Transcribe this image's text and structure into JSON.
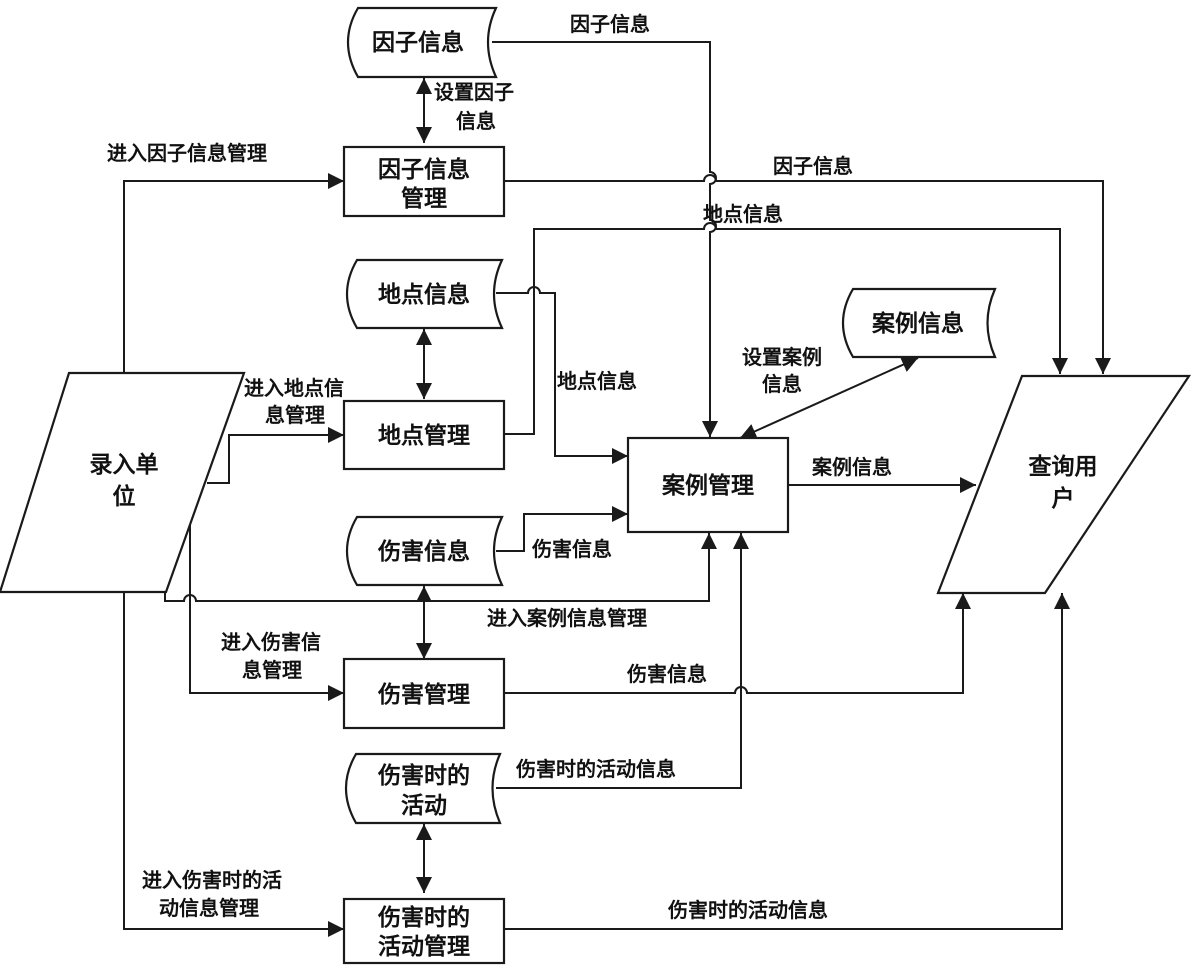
{
  "diagram": {
    "type": "data-flow-diagram",
    "colors": {
      "stroke": "#1a1a1a",
      "background": "#ffffff",
      "text": "#111111"
    },
    "nodes": {
      "entry_unit": {
        "kind": "external-entity",
        "lines": [
          "录入单",
          "位"
        ]
      },
      "query_user": {
        "kind": "external-entity",
        "lines": [
          "查询用",
          "户"
        ]
      },
      "factor_store": {
        "kind": "data-store",
        "lines": [
          "因子信息"
        ]
      },
      "factor_mgmt": {
        "kind": "process",
        "lines": [
          "因子信息",
          "管理"
        ]
      },
      "location_store": {
        "kind": "data-store",
        "lines": [
          "地点信息"
        ]
      },
      "location_mgmt": {
        "kind": "process",
        "lines": [
          "地点管理"
        ]
      },
      "case_store": {
        "kind": "data-store",
        "lines": [
          "案例信息"
        ]
      },
      "case_mgmt": {
        "kind": "process",
        "lines": [
          "案例管理"
        ]
      },
      "injury_store": {
        "kind": "data-store",
        "lines": [
          "伤害信息"
        ]
      },
      "injury_mgmt": {
        "kind": "process",
        "lines": [
          "伤害管理"
        ]
      },
      "activity_store": {
        "kind": "data-store",
        "lines": [
          "伤害时的",
          "活动"
        ]
      },
      "activity_mgmt": {
        "kind": "process",
        "lines": [
          "伤害时的",
          "活动管理"
        ]
      }
    },
    "edges": {
      "factor_store_to_case": {
        "from": "factor_store",
        "to": "case_mgmt",
        "label": [
          "因子信息"
        ]
      },
      "set_factor_info": {
        "from": "factor_store",
        "to": "factor_mgmt",
        "bidirectional": true,
        "label": [
          "设置因子",
          "信息"
        ]
      },
      "enter_factor_mgmt": {
        "from": "entry_unit",
        "to": "factor_mgmt",
        "label": [
          "进入因子信息管理"
        ]
      },
      "factor_mgmt_to_query": {
        "from": "factor_mgmt",
        "to": "query_user",
        "label": [
          "因子信息"
        ]
      },
      "location_mgmt_to_query": {
        "from": "location_mgmt",
        "to": "query_user",
        "label": [
          "地点信息"
        ]
      },
      "location_store_to_case": {
        "from": "location_store",
        "to": "case_mgmt",
        "label": [
          "地点信息"
        ]
      },
      "location_store_mgmt": {
        "from": "location_store",
        "to": "location_mgmt",
        "bidirectional": true,
        "label": []
      },
      "enter_location_mgmt": {
        "from": "entry_unit",
        "to": "location_mgmt",
        "label": [
          "进入地点信",
          "息管理"
        ]
      },
      "set_case_info": {
        "from": "case_store",
        "to": "case_mgmt",
        "bidirectional": true,
        "label": [
          "设置案例",
          "信息"
        ]
      },
      "case_to_query": {
        "from": "case_mgmt",
        "to": "query_user",
        "label": [
          "案例信息"
        ]
      },
      "injury_store_to_case": {
        "from": "injury_store",
        "to": "case_mgmt",
        "label": [
          "伤害信息"
        ]
      },
      "enter_case_mgmt": {
        "from": "entry_unit",
        "to": "case_mgmt",
        "label": [
          "进入案例信息管理"
        ]
      },
      "injury_store_mgmt": {
        "from": "injury_store",
        "to": "injury_mgmt",
        "bidirectional": true,
        "label": []
      },
      "enter_injury_mgmt": {
        "from": "entry_unit",
        "to": "injury_mgmt",
        "label": [
          "进入伤害信",
          "息管理"
        ]
      },
      "injury_mgmt_to_query": {
        "from": "injury_mgmt",
        "to": "query_user",
        "label": [
          "伤害信息"
        ]
      },
      "activity_store_to_case": {
        "from": "activity_store",
        "to": "case_mgmt",
        "label": [
          "伤害时的活动信息"
        ]
      },
      "activity_store_mgmt": {
        "from": "activity_store",
        "to": "activity_mgmt",
        "bidirectional": true,
        "label": []
      },
      "enter_activity_mgmt": {
        "from": "entry_unit",
        "to": "activity_mgmt",
        "label": [
          "进入伤害时的活",
          "动信息管理"
        ]
      },
      "activity_mgmt_to_query": {
        "from": "activity_mgmt",
        "to": "query_user",
        "label": [
          "伤害时的活动信息"
        ]
      }
    }
  }
}
